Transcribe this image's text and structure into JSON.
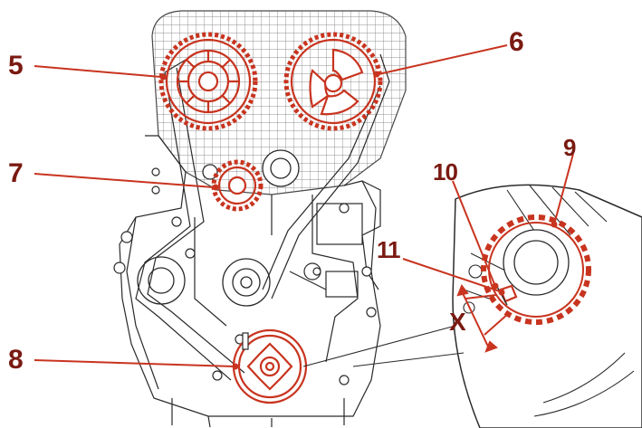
{
  "callouts": {
    "c5": "5",
    "c6": "6",
    "c7": "7",
    "c8": "8",
    "c9": "9",
    "c10": "10",
    "c11": "11"
  },
  "dimension_label": "X",
  "colors": {
    "highlight": "#c8341f",
    "callout_text": "#7a1a12",
    "line_art": "#2a2a2a",
    "grid": "#555555"
  }
}
